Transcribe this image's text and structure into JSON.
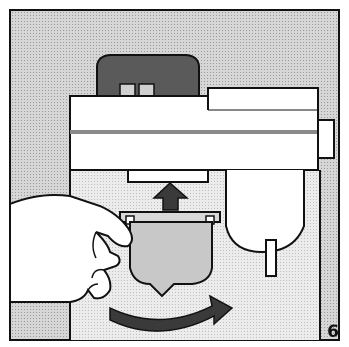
{
  "figure": {
    "step_number": "6",
    "icons": [
      "coffee-machine",
      "filter-holder",
      "hand",
      "up-arrow-icon",
      "curved-arrow-icon"
    ],
    "colors": {
      "background": "#ffffff",
      "panel": "#c9c9c9",
      "outline": "#111111",
      "machine_body": "#ffffff",
      "dark_top": "#5a5a5a",
      "filter_holder": "#c8c8c8",
      "arrow": "#3a3a3a"
    }
  }
}
